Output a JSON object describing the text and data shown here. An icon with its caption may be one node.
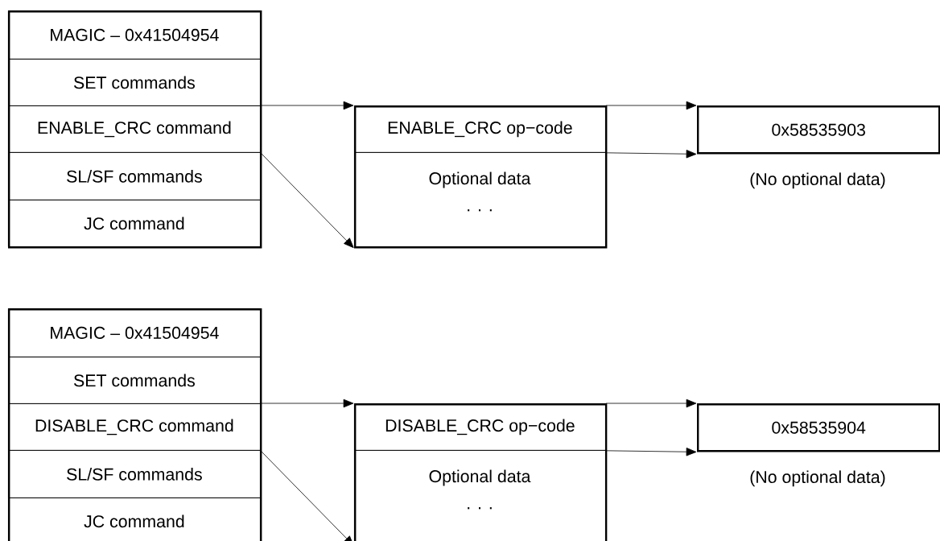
{
  "diagram": {
    "nodes": [
      {
        "text": [],
        "shape": "box"
      },
      {
        "text": [
          "MAGIC – 0x41504954"
        ],
        "in": 0
      },
      {
        "text": [
          "SET commands"
        ],
        "in": 0
      },
      {
        "text": [
          "ENABLE_CRC command"
        ],
        "in": 0
      },
      {
        "text": [
          "SL/SF commands"
        ],
        "in": 0
      },
      {
        "text": [
          "JC command"
        ],
        "in": 0
      },
      {
        "text": [],
        "shape": "box"
      },
      {
        "text": [
          "ENABLE_CRC op−code"
        ],
        "in": 6
      },
      {
        "text": [
          "Optional data",
          ". . ."
        ],
        "in": 6
      },
      {
        "text": [
          "0x58535903"
        ],
        "beside": [
          "(No optional data)"
        ]
      },
      {
        "text": [],
        "shape": "box"
      },
      {
        "text": [
          "MAGIC – 0x41504954"
        ],
        "in": 10
      },
      {
        "text": [
          "SET commands"
        ],
        "in": 10
      },
      {
        "text": [
          "DISABLE_CRC command"
        ],
        "in": 10
      },
      {
        "text": [
          "SL/SF commands"
        ],
        "in": 10
      },
      {
        "text": [
          "JC command"
        ],
        "in": 10
      },
      {
        "text": [],
        "shape": "box"
      },
      {
        "text": [
          "DISABLE_CRC op−code"
        ],
        "in": 16
      },
      {
        "text": [
          "Optional data",
          ". . ."
        ],
        "in": 16
      },
      {
        "text": [
          "0x58535904"
        ],
        "beside": [
          "(No optional data)"
        ]
      }
    ],
    "edges": [
      {
        "from": 3,
        "to": 6,
        "arrow": "to"
      },
      {
        "from": 3,
        "to": 6,
        "arrow": "to"
      },
      {
        "from": 7,
        "to": 9,
        "arrow": "to"
      },
      {
        "from": 7,
        "to": 9,
        "arrow": "to"
      },
      {
        "from": 13,
        "to": 16,
        "arrow": "to"
      },
      {
        "from": 13,
        "to": 16,
        "arrow": "to"
      },
      {
        "from": 17,
        "to": 19,
        "arrow": "to"
      },
      {
        "from": 17,
        "to": 19,
        "arrow": "to"
      }
    ]
  }
}
